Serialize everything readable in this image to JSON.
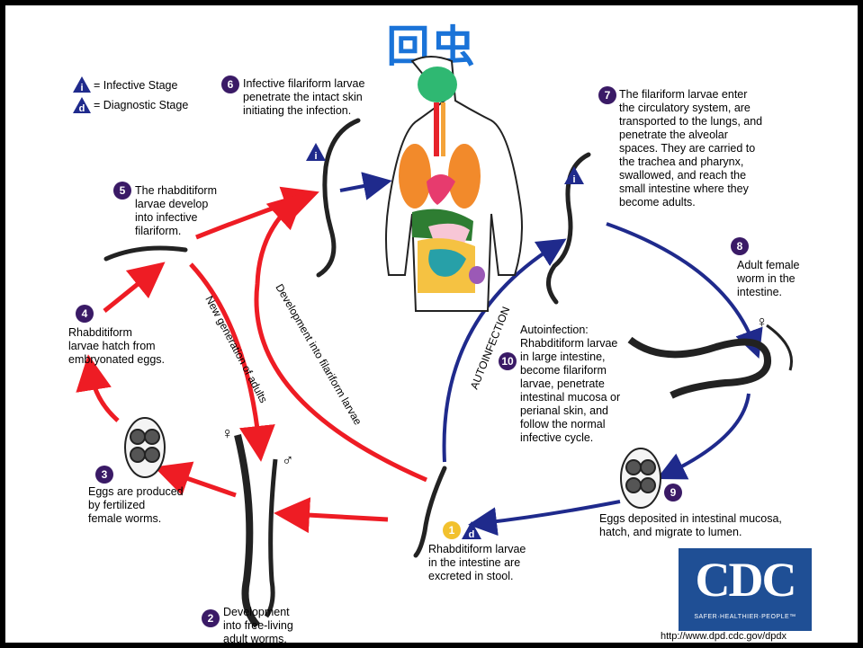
{
  "title": "回虫",
  "legend": {
    "infective_symbol": "i",
    "infective_label": "= Infective Stage",
    "diagnostic_symbol": "d",
    "diagnostic_label": "= Diagnostic Stage"
  },
  "steps": [
    {
      "num": "1",
      "text": "Rhabditiform larvae\nin the intestine are\nexcreted in stool."
    },
    {
      "num": "2",
      "text": "Development\ninto free-living\nadult worms."
    },
    {
      "num": "3",
      "text": "Eggs are produced\nby fertilized\nfemale worms."
    },
    {
      "num": "4",
      "text": "Rhabditiform\nlarvae hatch from\nembryonated eggs."
    },
    {
      "num": "5",
      "text": "The rhabditiform\nlarvae develop\ninto infective\nfilariform."
    },
    {
      "num": "6",
      "text": "Infective filariform larvae\npenetrate the intact skin\ninitiating the infection."
    },
    {
      "num": "7",
      "text": "The filariform larvae enter\nthe circulatory system, are\ntransported to the lungs, and\npenetrate the alveolar\nspaces.  They are carried to\nthe trachea and pharynx,\nswallowed, and reach the\nsmall intestine where they\nbecome adults."
    },
    {
      "num": "8",
      "text": "Adult female\nworm in the\nintestine."
    },
    {
      "num": "9",
      "text": "Eggs deposited in intestinal mucosa,\nhatch, and migrate to lumen."
    },
    {
      "num": "10",
      "text": "Autoinfection:\nRhabditiform larvae\nin large intestine,\nbecome filariform\nlarvae, penetrate\nintestinal mucosa or\nperianal skin, and\nfollow the normal\ninfective cycle."
    }
  ],
  "arrow_labels": {
    "new_generation": "New generation of adults",
    "development_filariform": "Development into filariform larvae",
    "autoinfection": "AUTOINFECTION"
  },
  "sex_symbols": {
    "female": "♀",
    "male": "♂"
  },
  "cdc": {
    "logo": "CDC",
    "tagline": "SAFER·HEALTHIER·PEOPLE™",
    "url": "http://www.dpd.cdc.gov/dpdx"
  },
  "colors": {
    "red_arrow": "#ee1c24",
    "blue_arrow": "#1f2a8c",
    "badge": "#3a1a66",
    "title": "#1a73d8",
    "cdc_blue": "#1f4f95"
  }
}
